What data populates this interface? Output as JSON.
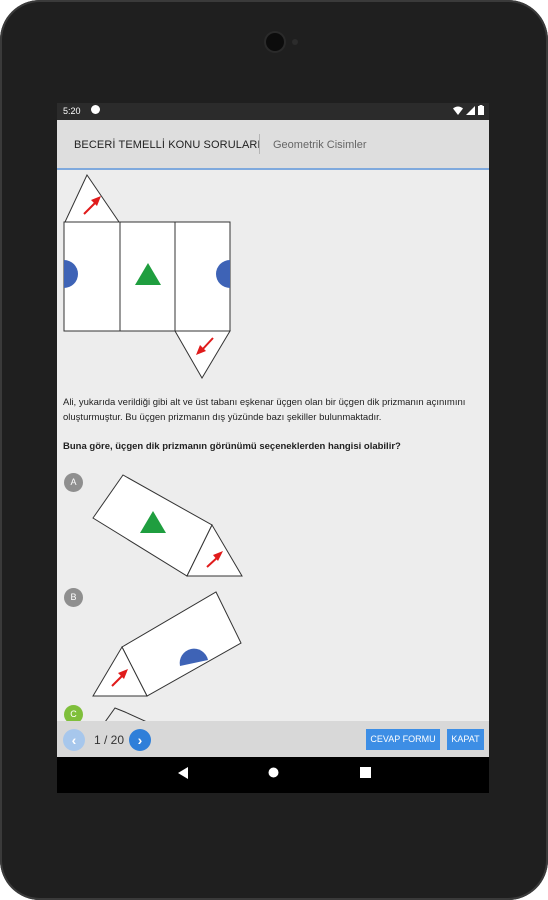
{
  "status_bar": {
    "time": "5:20",
    "icons": [
      "notification-icon",
      "wifi-icon",
      "signal-icon",
      "battery-icon"
    ]
  },
  "header": {
    "title": "BECERİ TEMELLİ KONU SORULARI",
    "subtitle": "Geometrik Cisimler"
  },
  "question": {
    "paragraph": "Ali, yukarıda verildiği gibi alt ve üst tabanı eşkenar üçgen olan bir üçgen dik prizmanın açınımını oluşturmuştur. Bu üçgen prizmanın dış yüzünde bazı şekiller bulunmaktadır.",
    "prompt": "Buna göre, üçgen dik prizmanın görünümü seçeneklerden hangisi olabilir?"
  },
  "options": [
    {
      "letter": "A"
    },
    {
      "letter": "B"
    },
    {
      "letter": "C"
    }
  ],
  "figure_colors": {
    "triangle": "#1f9e3f",
    "semicircle": "#3e63b6",
    "arrow": "#e01b1b",
    "outline": "#333333"
  },
  "footer": {
    "page": "1 / 20",
    "answer_form_label": "CEVAP FORMU",
    "close_label": "KAPAT",
    "prev_icon": "‹",
    "next_icon": "›"
  },
  "accent_color": "#3d8ee5"
}
